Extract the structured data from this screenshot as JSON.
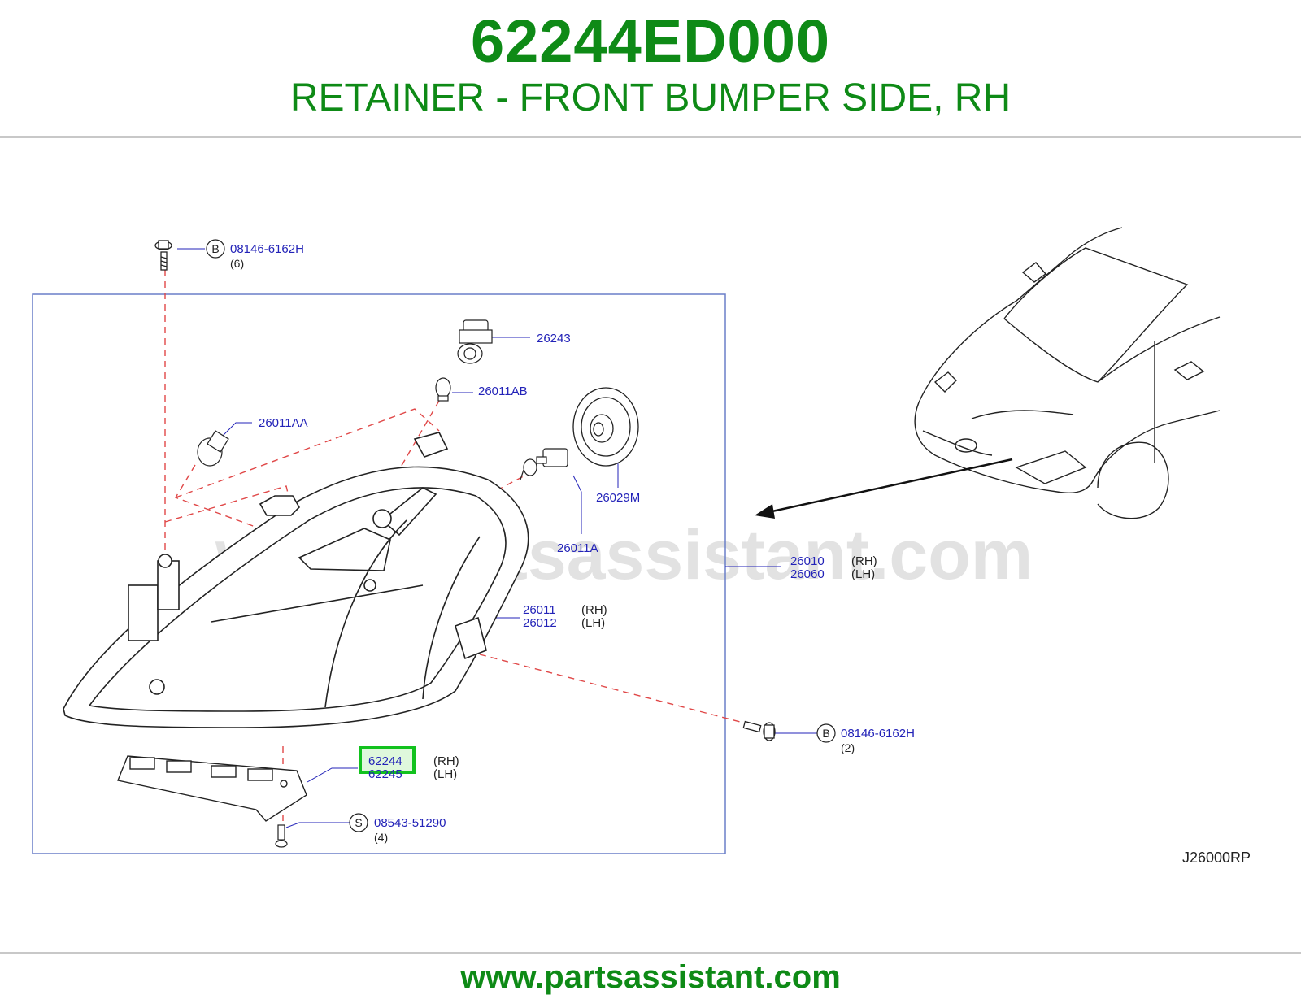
{
  "header": {
    "part_number": "62244ED000",
    "description": "RETAINER - FRONT BUMPER SIDE, RH"
  },
  "colors": {
    "brand_green": "#0e8a16",
    "part_blue": "#2323b8",
    "highlight": "#12c21e",
    "leader_red": "#e04848",
    "frame_blue": "#6a7fc8"
  },
  "diagram": {
    "watermark": "www.partsassistant.com",
    "code": "J26000RP",
    "callouts": {
      "bolt_top": {
        "marker": "B",
        "part": "08146-6162H",
        "qty": "(6)"
      },
      "p26243": "26243",
      "p26011AB": "26011AB",
      "p26011AA": "26011AA",
      "p26029M": "26029M",
      "p26011A": "26011A",
      "p26010": {
        "rh": "26010",
        "lh": "26060",
        "rh_tag": "(RH)",
        "lh_tag": "(LH)"
      },
      "p26011": {
        "rh": "26011",
        "lh": "26012",
        "rh_tag": "(RH)",
        "lh_tag": "(LH)"
      },
      "bolt_right": {
        "marker": "B",
        "part": "08146-6162H",
        "qty": "(2)"
      },
      "p62244": {
        "rh": "62244",
        "lh": "62245",
        "rh_tag": "(RH)",
        "lh_tag": "(LH)"
      },
      "screw": {
        "marker": "S",
        "part": "08543-51290",
        "qty": "(4)"
      }
    }
  },
  "footer": {
    "url": "www.partsassistant.com"
  }
}
